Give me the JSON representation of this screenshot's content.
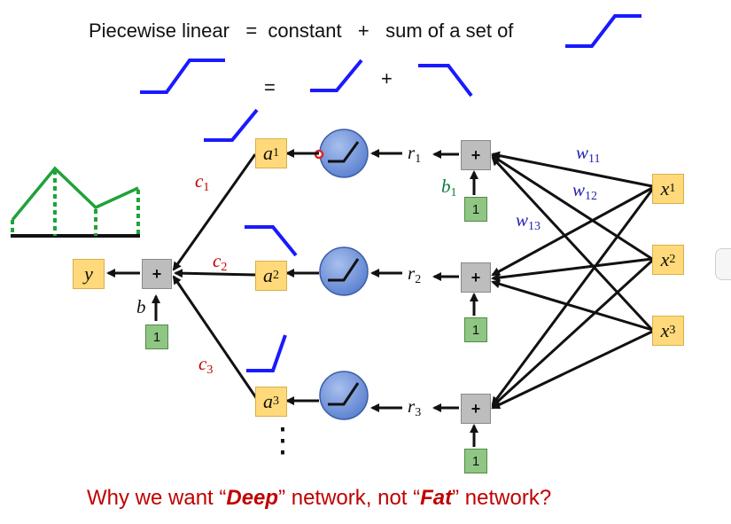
{
  "title": {
    "left": "Piecewise linear",
    "eq1": "=",
    "middle": "constant",
    "plus1": "+",
    "right": "sum of a set of"
  },
  "decomposition": {
    "equals": "=",
    "plus": "+"
  },
  "nodes": {
    "a": [
      "a",
      "a",
      "a"
    ],
    "r": [
      "r",
      "r",
      "r"
    ],
    "x": [
      "x",
      "x",
      "x"
    ],
    "y": "y",
    "one": "1",
    "plus": "+"
  },
  "subscripts": [
    "1",
    "2",
    "3"
  ],
  "weights": [
    {
      "sym": "w",
      "sub": "11"
    },
    {
      "sym": "w",
      "sub": "12"
    },
    {
      "sym": "w",
      "sub": "13"
    }
  ],
  "labels": {
    "c": "c",
    "b": "b",
    "b1": "b",
    "dots": "⋮"
  },
  "bottom": {
    "pre": "Why we want “",
    "deep": "Deep",
    "mid": "” network, not “",
    "fat": "Fat",
    "post": "” network?"
  },
  "colors": {
    "blue_curve": "#1a1aff",
    "green_curve": "#1fa33a",
    "neuron": "#6a8fd8",
    "red_text": "#c00000"
  }
}
